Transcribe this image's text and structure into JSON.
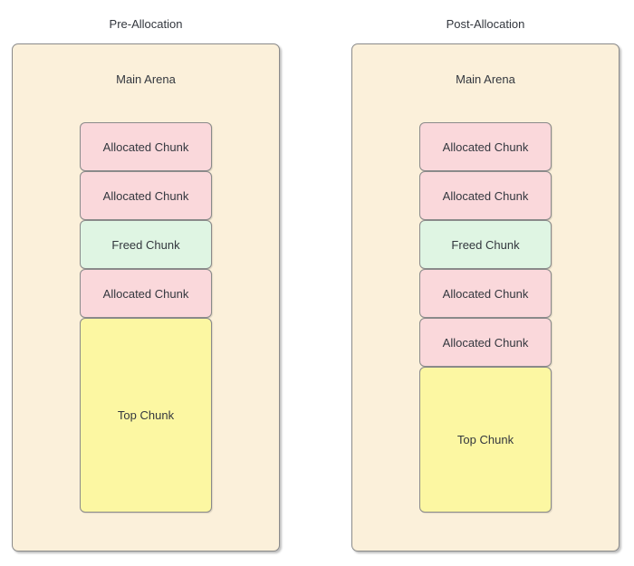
{
  "colors": {
    "background": "#FFFFFF",
    "arena_fill": "#FBF0DA",
    "allocated_fill": "#FAD8DB",
    "freed_fill": "#DFF5E3",
    "top_fill": "#FCF7A2",
    "border": "#8A8A8A",
    "text": "#33373E"
  },
  "diagrams": [
    {
      "title": "Pre-Allocation",
      "arena_label": "Main Arena",
      "chunks": [
        {
          "label": "Allocated Chunk",
          "type": "allocated"
        },
        {
          "label": "Allocated Chunk",
          "type": "allocated"
        },
        {
          "label": "Freed Chunk",
          "type": "freed"
        },
        {
          "label": "Allocated Chunk",
          "type": "allocated"
        },
        {
          "label": "Top Chunk",
          "type": "top"
        }
      ]
    },
    {
      "title": "Post-Allocation",
      "arena_label": "Main Arena",
      "chunks": [
        {
          "label": "Allocated Chunk",
          "type": "allocated"
        },
        {
          "label": "Allocated Chunk",
          "type": "allocated"
        },
        {
          "label": "Freed Chunk",
          "type": "freed"
        },
        {
          "label": "Allocated Chunk",
          "type": "allocated"
        },
        {
          "label": "Allocated Chunk",
          "type": "allocated"
        },
        {
          "label": "Top Chunk",
          "type": "top"
        }
      ]
    }
  ]
}
